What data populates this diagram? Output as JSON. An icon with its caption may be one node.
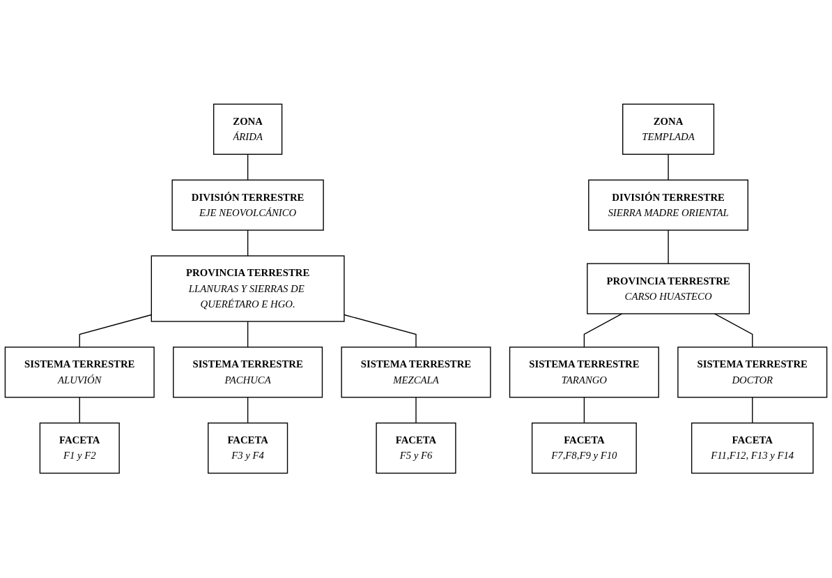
{
  "diagram": {
    "nodes": [
      {
        "text": [
          "ZONA",
          "ÁRIDA"
        ]
      },
      {
        "text": [
          "DIVISIÓN TERRESTRE",
          "EJE NEOVOLCÁNICO"
        ]
      },
      {
        "text": [
          "PROVINCIA TERRESTRE",
          "LLANURAS Y SIERRAS DE QUERÉTARO E HGO."
        ]
      },
      {
        "text": [
          "SISTEMA TERRESTRE",
          "ALUVIÓN"
        ]
      },
      {
        "text": [
          "SISTEMA TERRESTRE",
          "PACHUCA"
        ]
      },
      {
        "text": [
          "SISTEMA TERRESTRE",
          "MEZCALA"
        ]
      },
      {
        "text": [
          "FACETA",
          "F1 y F2"
        ]
      },
      {
        "text": [
          "FACETA",
          "F3 y F4"
        ]
      },
      {
        "text": [
          "FACETA",
          "F5 y F6"
        ]
      },
      {
        "text": [
          "ZONA",
          "TEMPLADA"
        ]
      },
      {
        "text": [
          "DIVISIÓN TERRESTRE",
          "SIERRA MADRE ORIENTAL"
        ]
      },
      {
        "text": [
          "PROVINCIA TERRESTRE",
          "CARSO HUASTECO"
        ]
      },
      {
        "text": [
          "SISTEMA TERRESTRE",
          "TARANGO"
        ]
      },
      {
        "text": [
          "SISTEMA TERRESTRE",
          "DOCTOR"
        ]
      },
      {
        "text": [
          "FACETA",
          "F7,F8,F9 y F10"
        ]
      },
      {
        "text": [
          "FACETA",
          "F11,F12, F13 y F14"
        ]
      }
    ],
    "edges": [
      {
        "from": 0,
        "to": 1,
        "arrow": "none"
      },
      {
        "from": 1,
        "to": 2,
        "arrow": "none"
      },
      {
        "from": 2,
        "to": 3,
        "arrow": "none"
      },
      {
        "from": 2,
        "to": 4,
        "arrow": "none"
      },
      {
        "from": 2,
        "to": 5,
        "arrow": "none"
      },
      {
        "from": 3,
        "to": 6,
        "arrow": "none"
      },
      {
        "from": 4,
        "to": 7,
        "arrow": "none"
      },
      {
        "from": 5,
        "to": 8,
        "arrow": "none"
      },
      {
        "from": 9,
        "to": 10,
        "arrow": "none"
      },
      {
        "from": 10,
        "to": 11,
        "arrow": "none"
      },
      {
        "from": 11,
        "to": 12,
        "arrow": "none"
      },
      {
        "from": 11,
        "to": 13,
        "arrow": "none"
      },
      {
        "from": 12,
        "to": 14,
        "arrow": "none"
      },
      {
        "from": 13,
        "to": 15,
        "arrow": "none"
      }
    ]
  }
}
